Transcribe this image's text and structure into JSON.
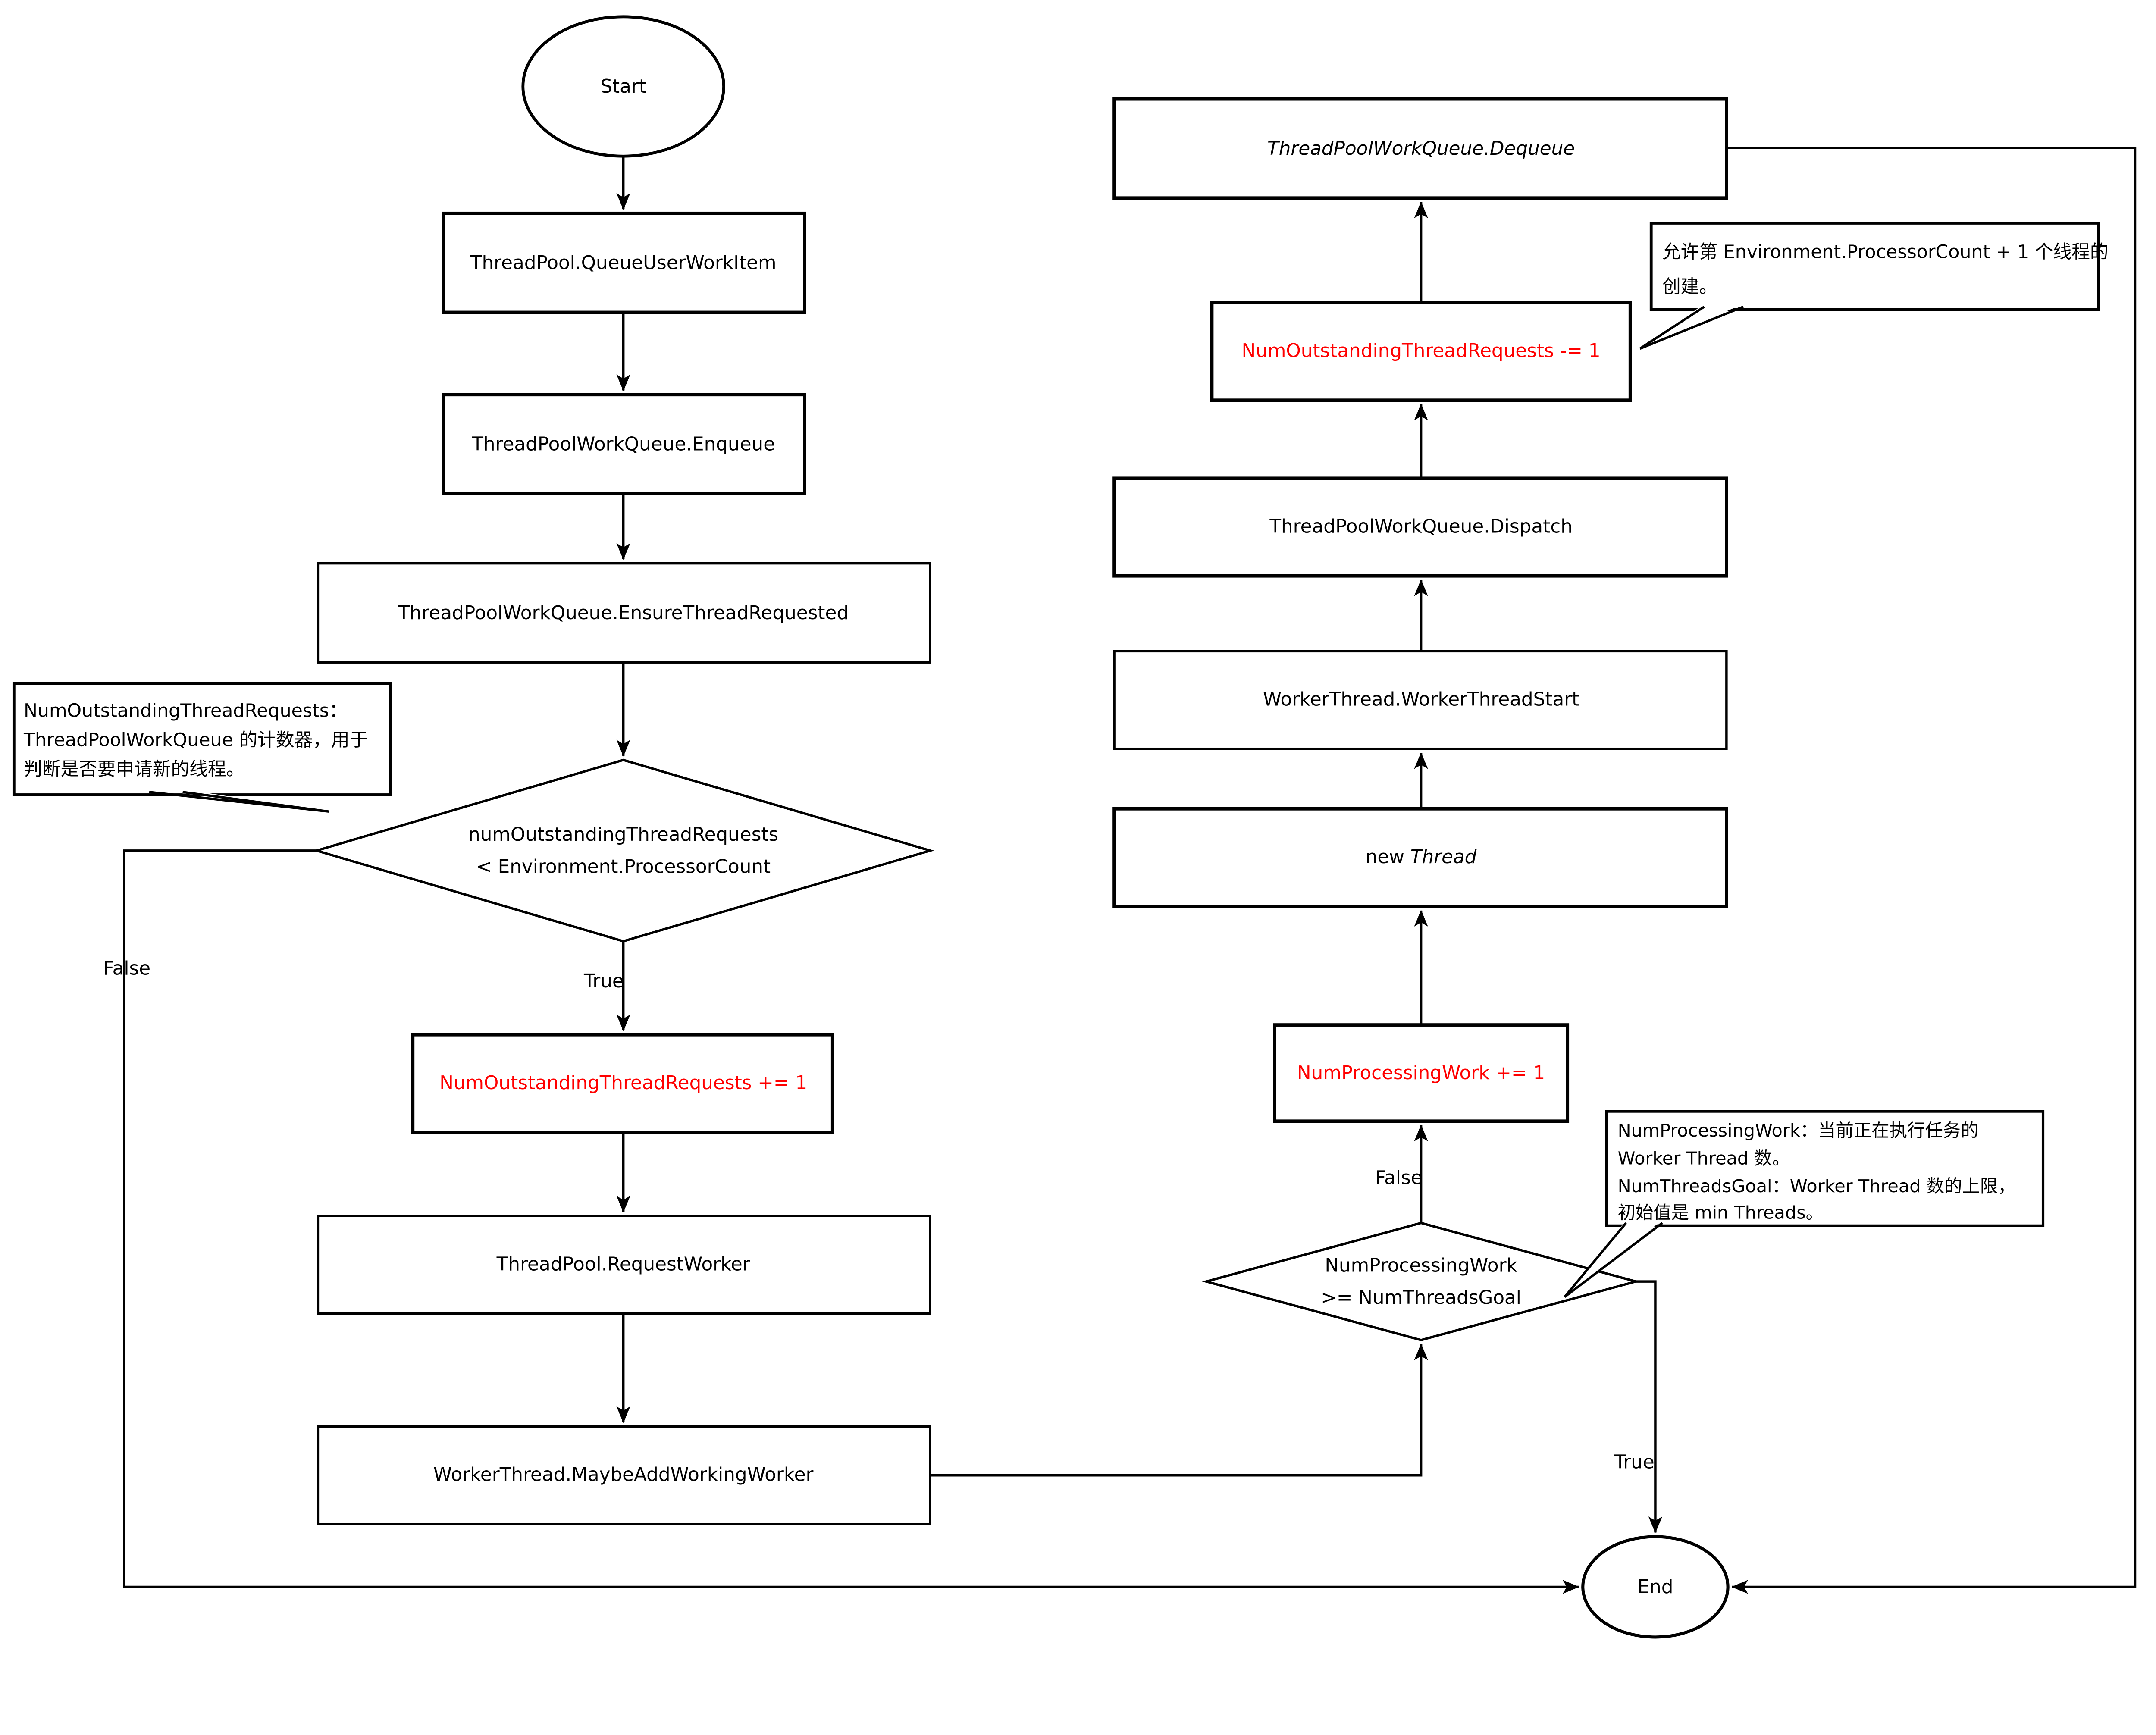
{
  "nodes": {
    "start": {
      "label": "Start"
    },
    "queue_user_work_item": {
      "label": "ThreadPool.QueueUserWorkItem"
    },
    "enqueue": {
      "label": "ThreadPoolWorkQueue.Enqueue"
    },
    "ensure_thread_requested": {
      "label": "ThreadPoolWorkQueue.EnsureThreadRequested"
    },
    "check_outstanding": {
      "line1": "numOutstandingThreadRequests",
      "line2": "< Environment.ProcessorCount"
    },
    "inc_outstanding": {
      "label": "NumOutstandingThreadRequests += 1",
      "color": "#ff0000"
    },
    "request_worker": {
      "label": "ThreadPool.RequestWorker"
    },
    "maybe_add_working_worker": {
      "label": "WorkerThread.MaybeAddWorkingWorker"
    },
    "dequeue": {
      "label": "ThreadPoolWorkQueue.Dequeue"
    },
    "dec_outstanding": {
      "label": "NumOutstandingThreadRequests -= 1",
      "color": "#ff0000"
    },
    "dispatch": {
      "label": "ThreadPoolWorkQueue.Dispatch"
    },
    "worker_thread_start": {
      "label": "WorkerThread.WorkerThreadStart"
    },
    "new_thread": {
      "prefix": "new ",
      "italic_part": "Thread"
    },
    "inc_processing": {
      "label": "NumProcessingWork += 1",
      "color": "#ff0000"
    },
    "check_processing": {
      "line1": "NumProcessingWork",
      "line2": ">= NumThreadsGoal"
    },
    "end": {
      "label": "End"
    }
  },
  "edge_labels": {
    "true_left": "True",
    "false_left": "False",
    "false_right": "False",
    "true_right": "True"
  },
  "notes": {
    "outstanding": {
      "lines": [
        "NumOutstandingThreadRequests：",
        "ThreadPoolWorkQueue 的计数器，用于",
        "判断是否要申请新的线程。"
      ]
    },
    "processor_count": {
      "lines": [
        "允许第 Environment.ProcessorCount + 1 个线程的",
        "创建。"
      ]
    },
    "processing": {
      "lines": [
        "NumProcessingWork：当前正在执行任务的",
        "Worker Thread 数。",
        "NumThreadsGoal：Worker Thread 数的上限，",
        "初始值是 min Threads。"
      ]
    }
  },
  "colors": {
    "stroke": "#000000",
    "red": "#ff0000",
    "background": "#ffffff"
  }
}
